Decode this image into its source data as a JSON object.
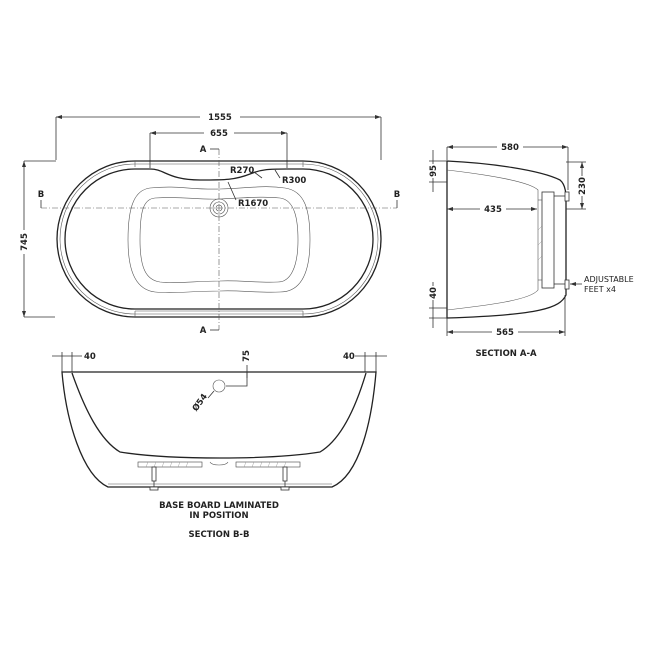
{
  "plan_view": {
    "overall_length": "1555",
    "tap_ledge_width": "655",
    "overall_width": "745",
    "radius_1": "R270",
    "radius_2": "R300",
    "radius_3": "R1670",
    "section_a_label": "A",
    "section_b_label": "B"
  },
  "section_aa": {
    "title": "SECTION A-A",
    "top_width": "580",
    "inner_width": "435",
    "bottom_width": "565",
    "rim_depth": "95",
    "feet_height": "230",
    "base_thickness": "40",
    "callout_line1": "ADJUSTABLE",
    "callout_line2": "FEET x4"
  },
  "section_bb": {
    "title": "SECTION B-B",
    "left_rim": "40",
    "right_rim": "40",
    "overflow_offset": "75",
    "overflow_diameter": "Ø54",
    "note_line1": "BASE BOARD LAMINATED",
    "note_line2": "IN POSITION"
  }
}
